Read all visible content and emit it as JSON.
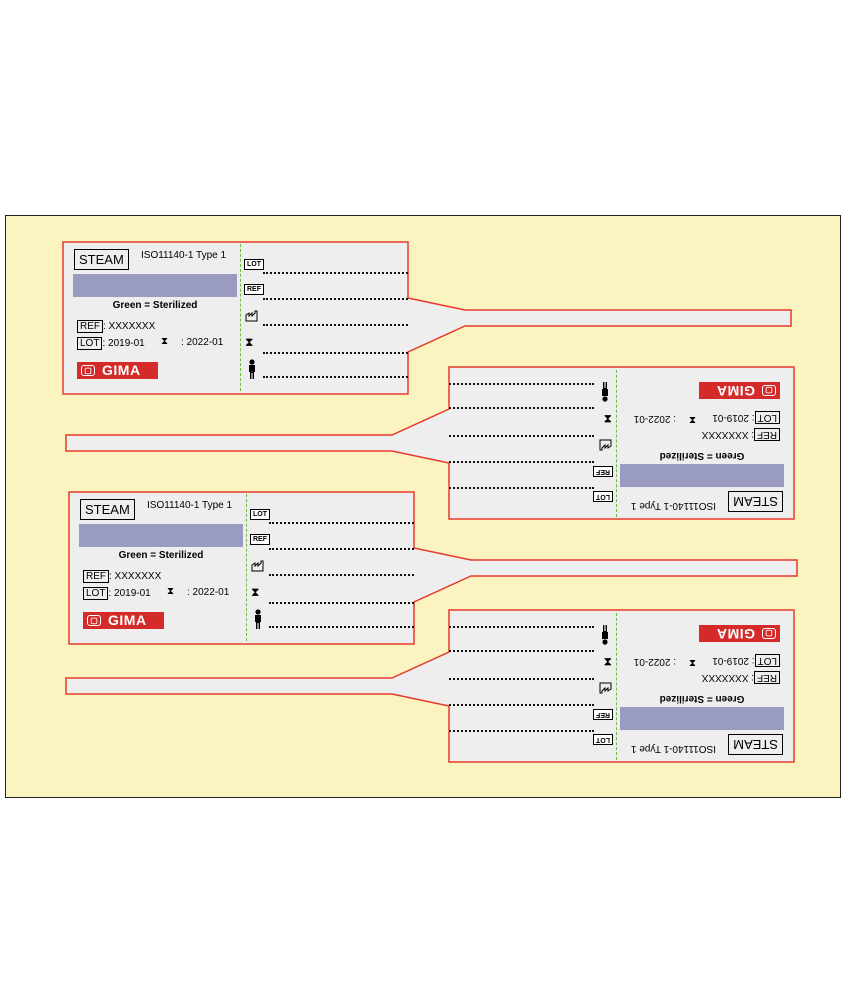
{
  "labels": [
    {
      "steam": "STEAM",
      "iso": "ISO11140-1 Type 1",
      "green": "Green = Sterilized",
      "ref_tag": "REF",
      "ref_value": ": XXXXXXX",
      "lot_tag": "LOT",
      "lot_value": ": 2019-01",
      "exp_value": ": 2022-01",
      "brand": "GIMA",
      "field_lot": "LOT",
      "field_ref": "REF",
      "hourglass": "⧗",
      "person": "🚶"
    },
    {
      "steam": "STEAM",
      "iso": "ISO11140-1 Type 1",
      "green": "Green = Sterilized",
      "ref_tag": "REF",
      "ref_value": ": XXXXXXX",
      "lot_tag": "LOT",
      "lot_value": ": 2019-01",
      "exp_value": ": 2022-01",
      "brand": "GIMA",
      "field_lot": "LOT",
      "field_ref": "REF",
      "hourglass": "⧗",
      "person": "🚶"
    },
    {
      "steam": "STEAM",
      "iso": "ISO11140-1 Type 1",
      "green": "Green = Sterilized",
      "ref_tag": "REF",
      "ref_value": ": XXXXXXX",
      "lot_tag": "LOT",
      "lot_value": ": 2019-01",
      "exp_value": ": 2022-01",
      "brand": "GIMA",
      "field_lot": "LOT",
      "field_ref": "REF",
      "hourglass": "⧗",
      "person": "🚶"
    },
    {
      "steam": "STEAM",
      "iso": "ISO11140-1 Type 1",
      "green": "Green = Sterilized",
      "ref_tag": "REF",
      "ref_value": ": XXXXXXX",
      "lot_tag": "LOT",
      "lot_value": ": 2019-01",
      "exp_value": ": 2022-01",
      "brand": "GIMA",
      "field_lot": "LOT",
      "field_ref": "REF",
      "hourglass": "⧗",
      "person": "🚶"
    }
  ],
  "colors": {
    "sheet": "#fcf4c0",
    "label_border": "#e63a2a",
    "label_fill": "#eeeeee",
    "indicator": "#9a9bc0",
    "divider": "#6cbc3c",
    "brand": "#d42a2a"
  }
}
